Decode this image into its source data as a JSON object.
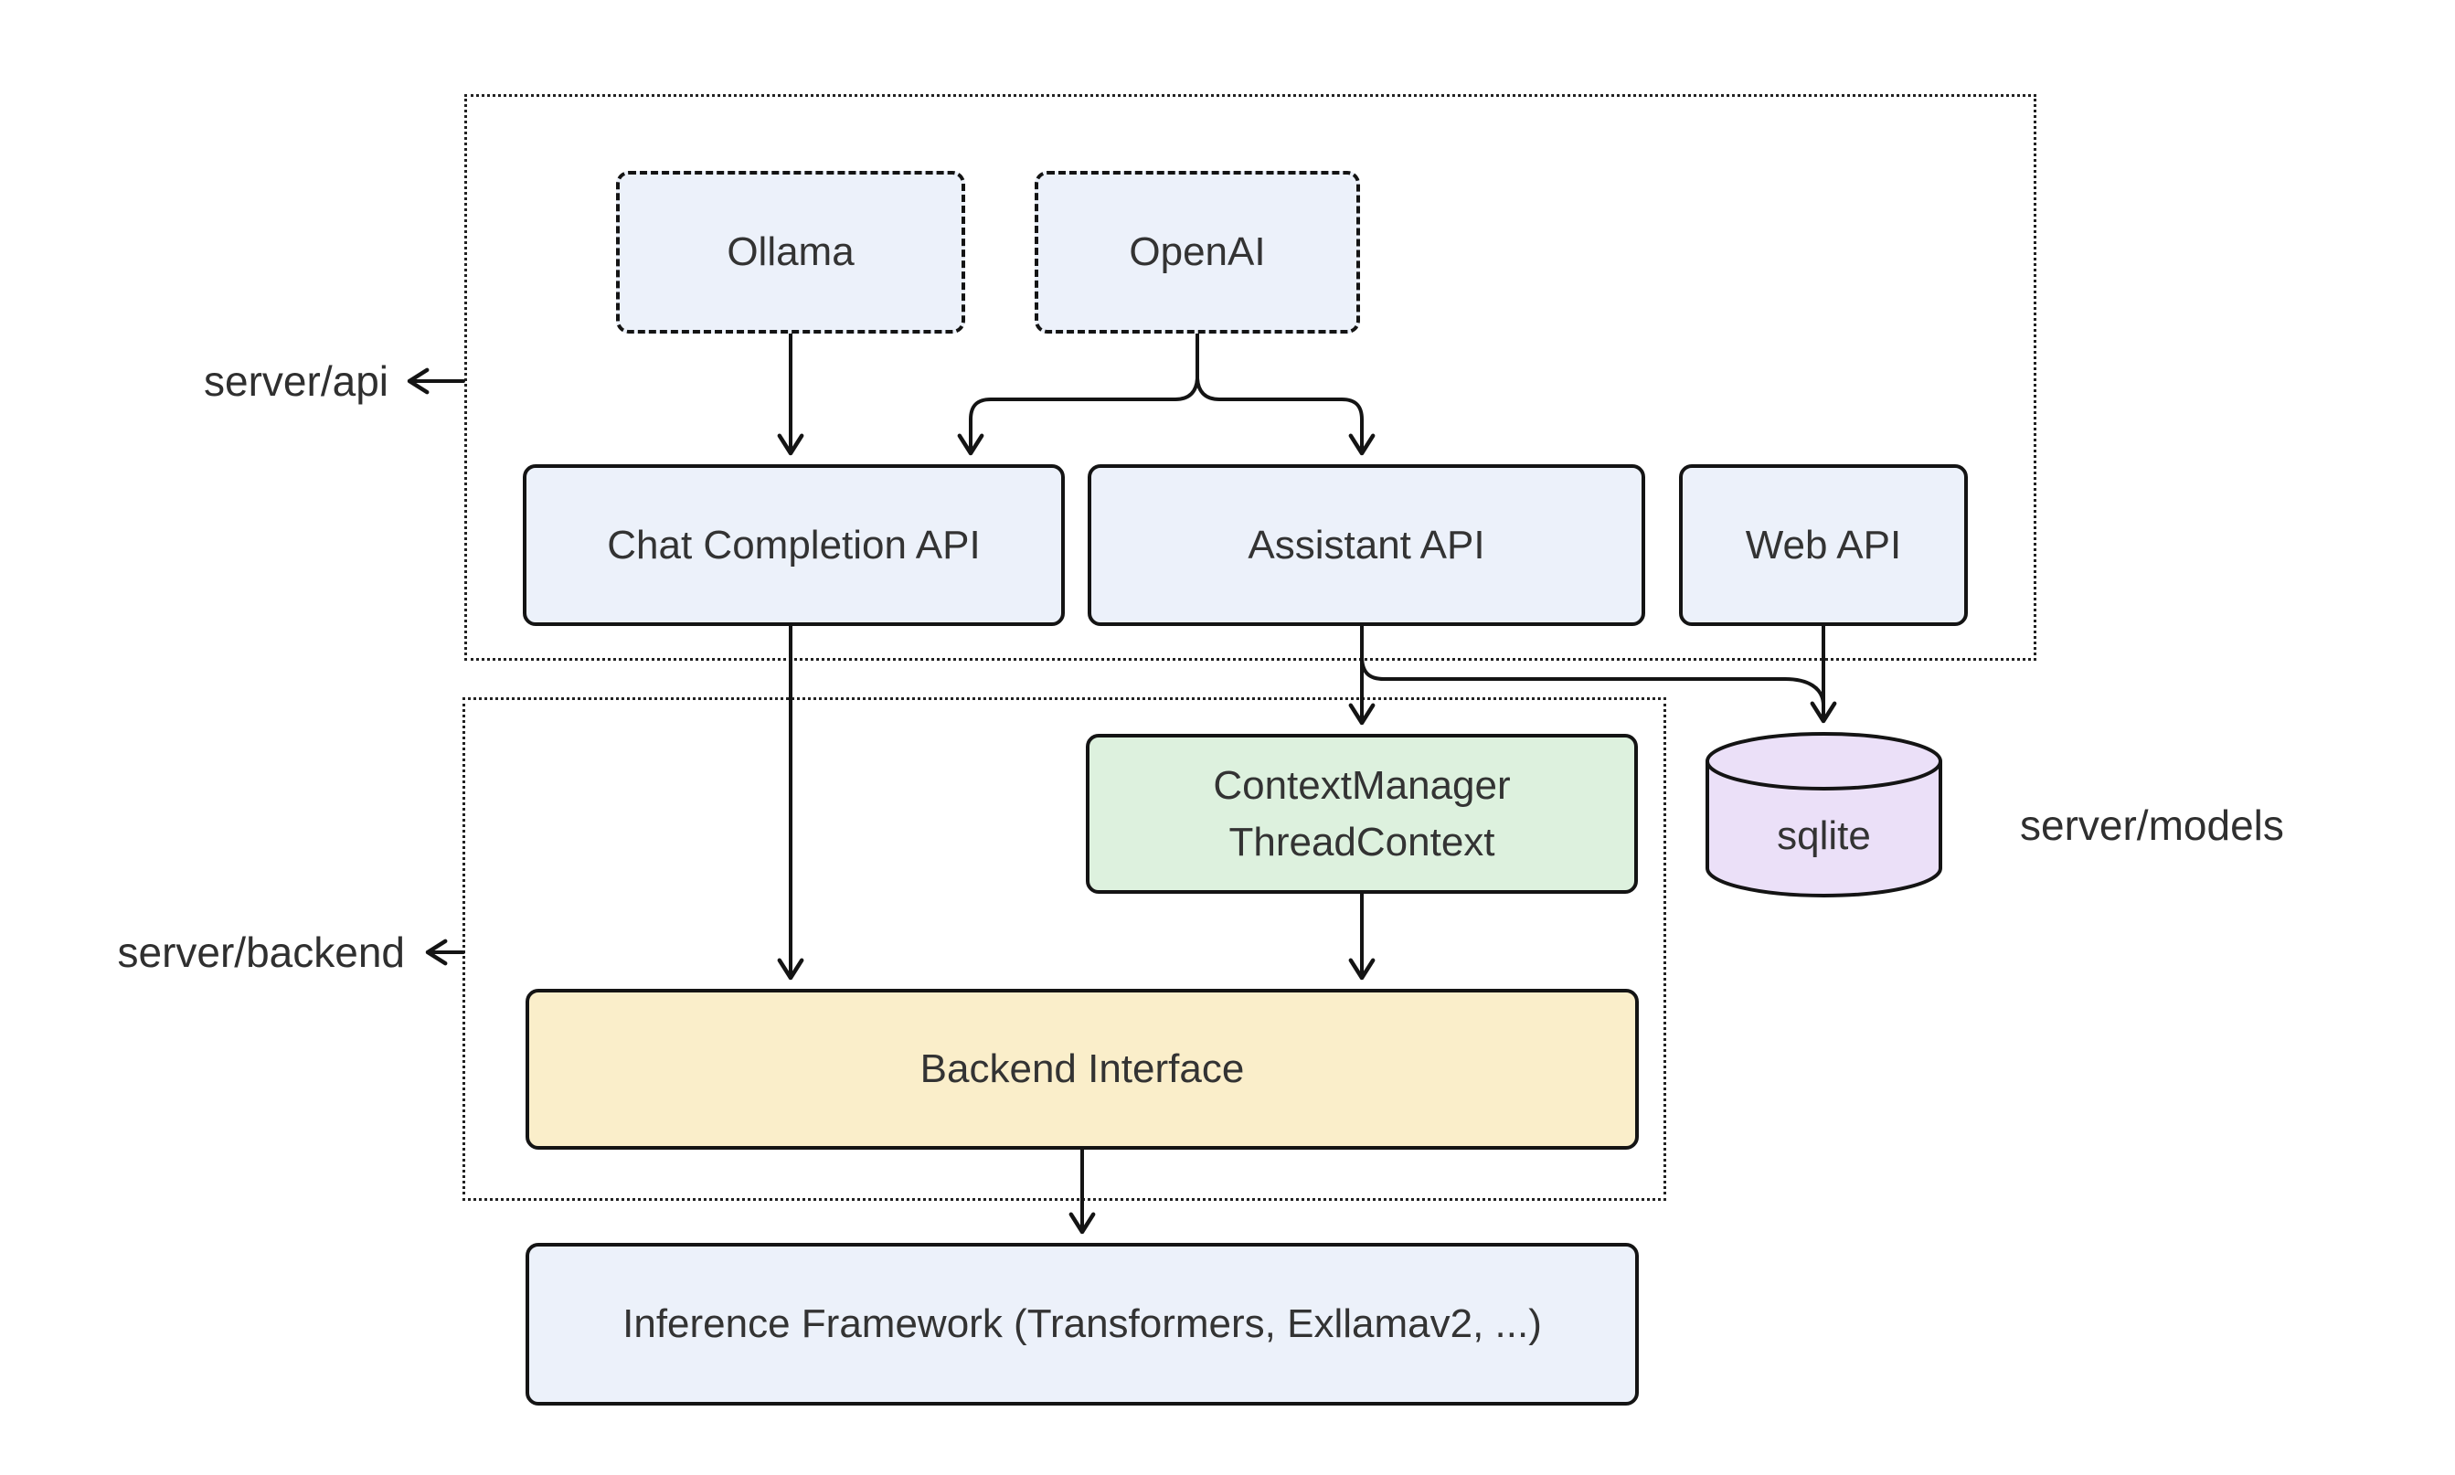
{
  "diagram": {
    "background": "#ffffff",
    "colors": {
      "stroke": "#141414",
      "text": "#333333",
      "node_blue": "#ecf1fa",
      "node_green": "#ddf1de",
      "node_yellow": "#faeeca",
      "node_purple": "#ebe0f8"
    },
    "groups": {
      "api": {
        "label": "server/api"
      },
      "backend": {
        "label": "server/backend"
      },
      "models": {
        "label": "server/models"
      }
    },
    "nodes": {
      "ollama": {
        "label": "Ollama",
        "shape": "dashed-box",
        "fill": "#ecf1fa"
      },
      "openai": {
        "label": "OpenAI",
        "shape": "dashed-box",
        "fill": "#ecf1fa"
      },
      "chat_completion": {
        "label": "Chat Completion API",
        "shape": "box",
        "fill": "#ecf1fa"
      },
      "assistant": {
        "label": "Assistant API",
        "shape": "box",
        "fill": "#ecf1fa"
      },
      "web": {
        "label": "Web API",
        "shape": "box",
        "fill": "#ecf1fa"
      },
      "context_manager": {
        "lines": [
          "ContextManager",
          "ThreadContext"
        ],
        "shape": "box",
        "fill": "#ddf1de"
      },
      "sqlite": {
        "label": "sqlite",
        "shape": "cylinder",
        "fill": "#ebe0f8"
      },
      "backend_interface": {
        "label": "Backend Interface",
        "shape": "box",
        "fill": "#faeeca"
      },
      "inference": {
        "label": "Inference Framework (Transformers, Exllamav2, ...)",
        "shape": "box",
        "fill": "#ecf1fa"
      }
    },
    "edges": [
      {
        "from": "ollama",
        "to": "chat_completion"
      },
      {
        "from": "openai",
        "to": "chat_completion"
      },
      {
        "from": "openai",
        "to": "assistant"
      },
      {
        "from": "chat_completion",
        "to": "backend_interface"
      },
      {
        "from": "assistant",
        "to": "context_manager"
      },
      {
        "from": "assistant",
        "to": "sqlite"
      },
      {
        "from": "web",
        "to": "sqlite"
      },
      {
        "from": "context_manager",
        "to": "backend_interface"
      },
      {
        "from": "backend_interface",
        "to": "inference"
      }
    ]
  }
}
